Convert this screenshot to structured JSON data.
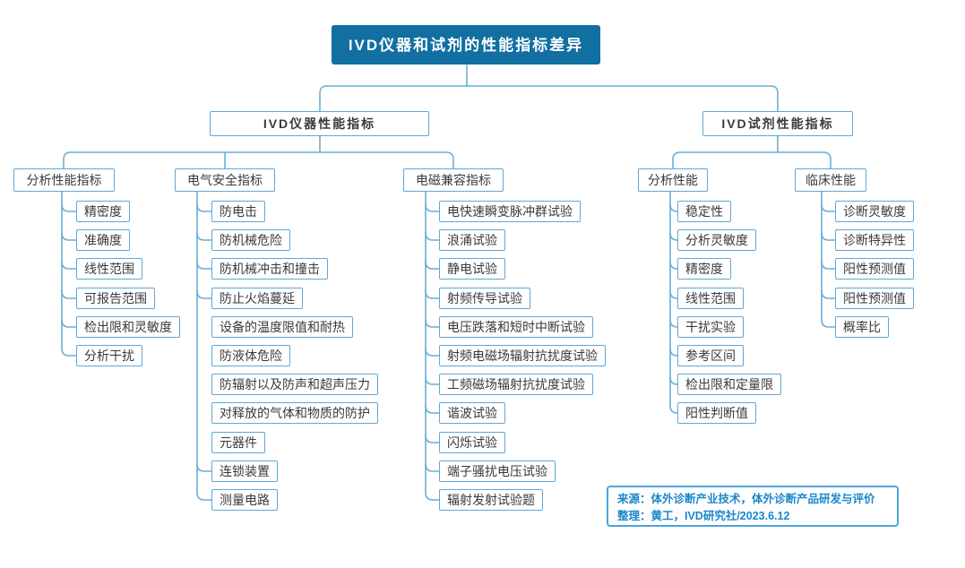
{
  "root": {
    "label": "IVD仪器和试剂的性能指标差异"
  },
  "branches": [
    {
      "label": "IVD仪器性能指标",
      "groups": [
        {
          "label": "分析性能指标",
          "children": [
            "精密度",
            "准确度",
            "线性范围",
            "可报告范围",
            "检出限和灵敏度",
            "分析干扰"
          ]
        },
        {
          "label": "电气安全指标",
          "children": [
            "防电击",
            "防机械危险",
            "防机械冲击和撞击",
            "防止火焰蔓延",
            "设备的温度限值和耐热",
            "防液体危险",
            "防辐射以及防声和超声压力",
            "对释放的气体和物质的防护",
            "元器件",
            "连锁装置",
            "测量电路"
          ]
        },
        {
          "label": "电磁兼容指标",
          "children": [
            "电快速瞬变脉冲群试验",
            "浪涌试验",
            "静电试验",
            "射频传导试验",
            "电压跌落和短时中断试验",
            "射频电磁场辐射抗扰度试验",
            "工频磁场辐射抗扰度试验",
            "谐波试验",
            "闪烁试验",
            "端子骚扰电压试验",
            "辐射发射试验题"
          ]
        }
      ]
    },
    {
      "label": "IVD试剂性能指标",
      "groups": [
        {
          "label": "分析性能",
          "children": [
            "稳定性",
            "分析灵敏度",
            "精密度",
            "线性范围",
            "干扰实验",
            "参考区间",
            "检出限和定量限",
            "阳性判断值"
          ]
        },
        {
          "label": "临床性能",
          "children": [
            "诊断灵敏度",
            "诊断特异性",
            "阳性预测值",
            "阳性预测值",
            "概率比"
          ]
        }
      ]
    }
  ],
  "source_note": {
    "line1": "来源：体外诊断产业技术，体外诊断产品研发与评价",
    "line2": "整理：黄工，IVD研究社/2023.6.12"
  },
  "colors": {
    "root_fill": "#116fa1",
    "node_border": "#5fa8d8",
    "connector": "#6aaed6",
    "node_text": "#3a3a3a",
    "source_text": "#1a87c9",
    "source_border": "#49a5dd"
  }
}
